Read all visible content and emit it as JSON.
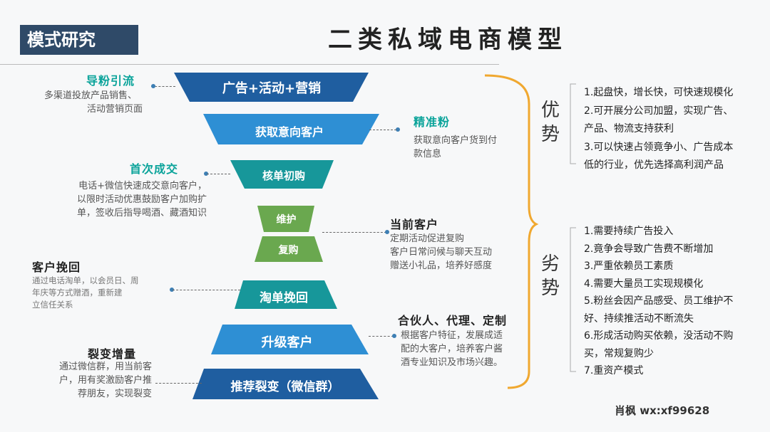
{
  "header": {
    "tag": "模式研究",
    "title": "二类私域电商模型"
  },
  "funnel": [
    {
      "label": "广告+活动+营销",
      "color": "#1f5ea0"
    },
    {
      "label": "获取意向客户",
      "color": "#2e8fd4"
    },
    {
      "label": "核单初购",
      "color": "#17979a"
    },
    {
      "label": "维护",
      "color": "#6aa84f"
    },
    {
      "label": "复购",
      "color": "#6aa84f"
    },
    {
      "label": "淘单挽回",
      "color": "#17979a"
    },
    {
      "label": "升级客户",
      "color": "#2e8fd4"
    },
    {
      "label": "推荐裂变（微信群）",
      "color": "#1f5ea0"
    }
  ],
  "left": [
    {
      "title": "导粉引流",
      "lines": [
        "多渠道投放产品销售、",
        "活动营销页面"
      ]
    },
    {
      "title": "首次成交",
      "lines": [
        "电话+微信快速成交意向客户，",
        "以限时活动优惠鼓励客户加购扩",
        "单，签收后指导喝酒、藏酒知识"
      ]
    },
    {
      "title": "客户挽回",
      "lines": [
        "通过电话淘单，以会员日、周",
        "年庆等方式赠酒，重新建",
        "立信任关系"
      ]
    },
    {
      "title": "裂变增量",
      "lines": [
        "通过微信群，用当前客",
        "户，用有奖激励客户推",
        "荐朋友，实现裂变"
      ]
    }
  ],
  "right": [
    {
      "title": "精准粉",
      "lines": [
        "获取意向客户货到付",
        "款信息"
      ]
    },
    {
      "title": "当前客户",
      "lines": [
        "定期活动促进复购",
        "客户日常问候与聊天互动",
        "赠送小礼品，培养好感度"
      ]
    },
    {
      "title": "合伙人、代理、定制",
      "lines": [
        "根据客户特征，发展成适",
        "配的大客户，培养客户酱",
        "酒专业知识及市场兴趣。"
      ]
    }
  ],
  "advantages": {
    "label": "优势",
    "items": [
      "1.起盘快，增长快，可快速规模化",
      "2.可开展分公司加盟，实现广告、",
      "产品、物流支持获利",
      "3.可以快速占领竟争小、广告成本",
      "低的行业，优先选择高利润产品"
    ]
  },
  "disadvantages": {
    "label": "劣势",
    "items": [
      "1.需要持续广告投入",
      "2.竟争会导致广告费不断增加",
      "3.严重依赖员工素质",
      "4.需要大量员工实现规模化",
      "5.粉丝会因产品感受、员工维护不",
      "好、持续推活动不断流失",
      "6.形成活动购买依赖，没活动不购",
      "买，常规复购少",
      "7.重资产模式"
    ]
  },
  "footer": {
    "author": "肖枫 wx:xf99628"
  },
  "colors": {
    "tag_bg": "#2f4a68",
    "accent_teal": "#0aa39a",
    "bracket": "#f0a830"
  }
}
